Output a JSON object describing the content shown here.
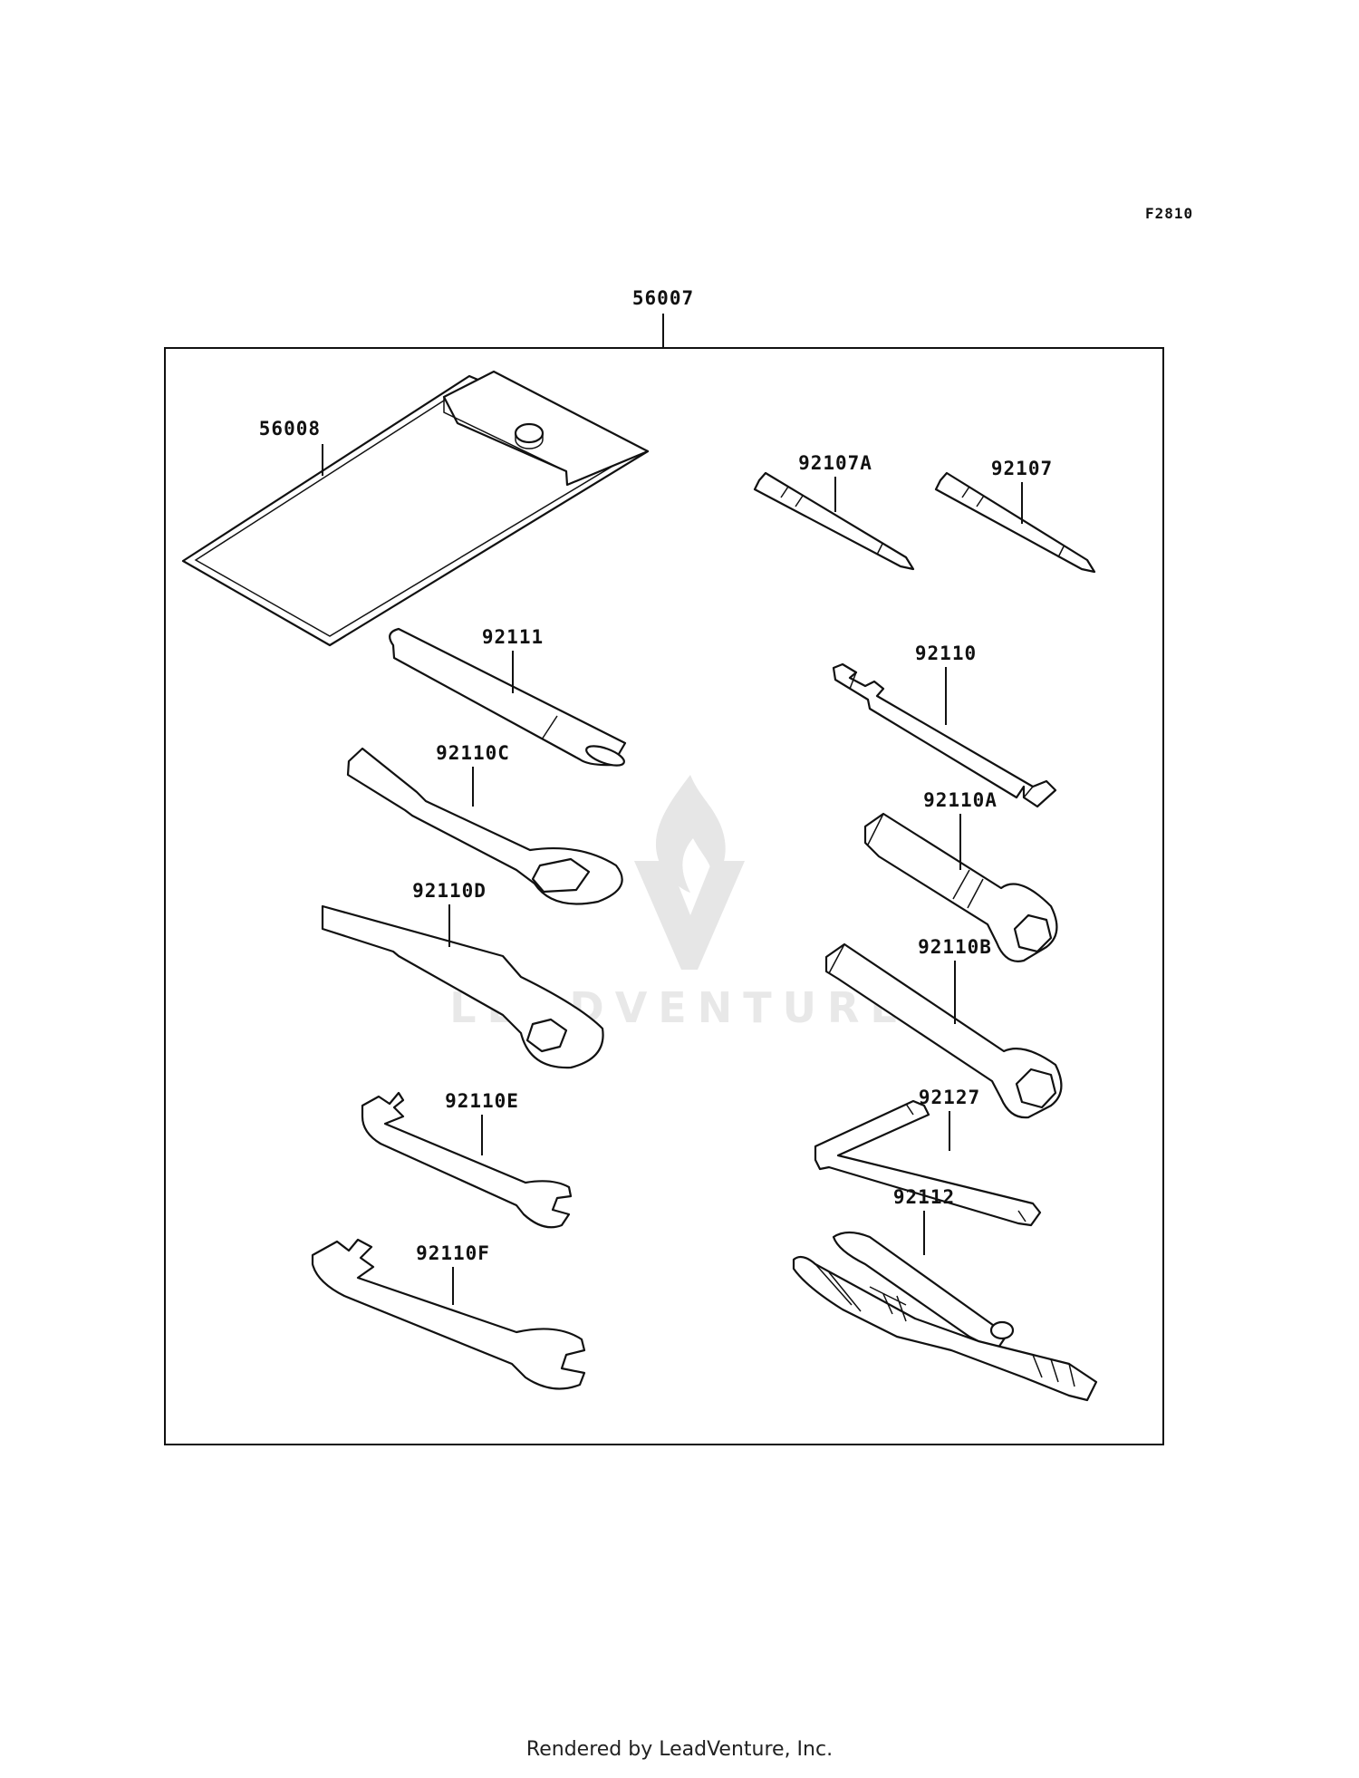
{
  "figure_code": "F2810",
  "kit_label": "56007",
  "watermark": "LEADVENTURE",
  "footer": "Rendered by LeadVenture, Inc.",
  "parts": {
    "p56008": "56008",
    "p92107A": "92107A",
    "p92107": "92107",
    "p92111": "92111",
    "p92110": "92110",
    "p92110C": "92110C",
    "p92110A": "92110A",
    "p92110D": "92110D",
    "p92110B": "92110B",
    "p92110E": "92110E",
    "p92127": "92127",
    "p92110F": "92110F",
    "p92112": "92112"
  }
}
